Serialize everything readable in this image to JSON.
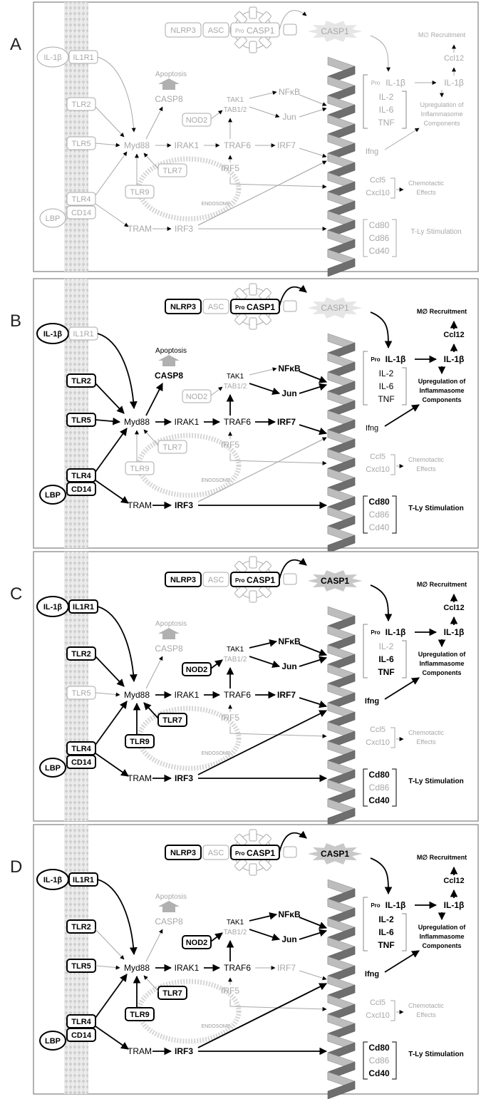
{
  "labels": {
    "nlrp3": "NLRP3",
    "asc": "ASC",
    "procasp1_pre": "Pro",
    "procasp1": "CASP1",
    "casp1": "CASP1",
    "il1b_ligand": "IL-1β",
    "il1r1": "IL1R1",
    "tlr2": "TLR2",
    "tlr5": "TLR5",
    "tlr4": "TLR4",
    "cd14": "CD14",
    "lbp": "LBP",
    "myd88": "Myd88",
    "tlr7": "TLR7",
    "tlr9": "TLR9",
    "endosome": "ENDOSOME",
    "apoptosis": "Apoptosis",
    "casp8": "CASP8",
    "nod2": "NOD2",
    "tak1": "TAK1",
    "tab12": "TAB1/2",
    "nfkb": "NFκB",
    "jun": "Jun",
    "irak1": "IRAK1",
    "traf6": "TRAF6",
    "irf7": "IRF7",
    "irf5": "IRF5",
    "tram": "TRAM",
    "irf3": "IRF3",
    "pro_il1b_pre": "Pro",
    "pro_il1b": "IL-1β",
    "il2": "IL-2",
    "il6": "IL-6",
    "tnf": "TNF",
    "il1b_out": "IL-1β",
    "ccl12": "Ccl12",
    "mo_recruit": "M∅ Recruitment",
    "upreg1": "Upregulation of",
    "upreg2": "Inflammasome",
    "upreg3": "Components",
    "ifng": "Ifng",
    "ccl5": "Ccl5",
    "cxcl10": "Cxcl10",
    "chemo1": "Chemotactic",
    "chemo2": "Effects",
    "cd80": "Cd80",
    "cd86": "Cd86",
    "cd40": "Cd40",
    "tly": "T-Ly Stimulation"
  },
  "panels": [
    {
      "letter": "A",
      "active_nodes": [],
      "bold_arrows": []
    },
    {
      "letter": "B",
      "active_nodes": [
        "nlrp3",
        "procasp1",
        "il1b_ligand",
        "tlr5",
        "cd14",
        "lbp",
        "casp8",
        "jun",
        "irf7",
        "pro_il1b",
        "il1b_out",
        "ccl12",
        "mo_recruit",
        "upreg",
        "tly",
        "nfkb",
        "tak1",
        "irak1",
        "traf6",
        "myd88",
        "tlr2",
        "tlr4",
        "tram",
        "irf3",
        "il2",
        "il6",
        "tnf",
        "ifng",
        "cd80",
        "apoptosis_b"
      ],
      "bold_arrows": [
        "casp_loop",
        "casp1_down",
        "il1b_myd",
        "tlr5_myd",
        "tlr4_myd",
        "myd_casp8",
        "myd_irak",
        "irak_traf",
        "traf_tak",
        "tak_jun",
        "jun_dna",
        "nfkb_dna",
        "traf_irf7",
        "irf7_dna",
        "tlr4_tram",
        "tram_irf3",
        "irf3_dna",
        "pro_il1b",
        "il1b_ccl",
        "ccl_mo",
        "il1b_up",
        "ifng_up",
        "tlr2_myd"
      ]
    },
    {
      "letter": "C",
      "active_nodes": [
        "nlrp3",
        "procasp1",
        "casp1",
        "il1b_ligand",
        "il1r1",
        "tlr2",
        "tlr4",
        "cd14",
        "lbp",
        "tlr7",
        "tlr9",
        "nod2",
        "irf7",
        "pro_il1b",
        "il6",
        "tnf",
        "il1b_out",
        "ccl12",
        "mo_recruit",
        "upreg",
        "ifng",
        "cd80",
        "cd40",
        "tly",
        "myd88",
        "irak1",
        "traf6",
        "tak1",
        "nfkb",
        "jun",
        "tram",
        "irf3"
      ],
      "bold_arrows": [
        "casp_loop",
        "casp1_down",
        "il1b_myd",
        "tlr2_myd",
        "tlr4_myd",
        "tlr7_myd",
        "tlr9_myd",
        "myd_irak",
        "irak_traf",
        "traf_tak",
        "nod_tak",
        "tak_nfkb",
        "tak_jun",
        "nfkb_dna",
        "jun_dna",
        "traf_irf7",
        "irf7_dna",
        "tlr4_tram",
        "tram_irf3",
        "irf3_dna",
        "pro_il1b",
        "il1b_ccl",
        "ccl_mo",
        "il1b_up",
        "ifng_up",
        "ifng_dna"
      ]
    },
    {
      "letter": "D",
      "active_nodes": [
        "nlrp3",
        "procasp1",
        "casp1",
        "il1b_ligand",
        "tlr4",
        "cd14",
        "lbp",
        "tlr9",
        "nod2",
        "nfkb",
        "irf3",
        "pro_il1b",
        "il2",
        "il6",
        "tnf",
        "il1b_out",
        "ccl12",
        "mo_recruit",
        "upreg",
        "ifng",
        "cd80",
        "cd40",
        "tly",
        "myd88",
        "irak1",
        "traf6",
        "tak1",
        "jun",
        "tram",
        "tlr2",
        "tlr5",
        "il1r1",
        "tlr7"
      ],
      "bold_arrows": [
        "casp_loop",
        "casp1_down",
        "il1b_myd",
        "tlr4_myd",
        "tlr9_myd",
        "myd_irak",
        "irak_traf",
        "traf_tak",
        "nod_tak",
        "tak_nfkb",
        "tak_jun",
        "nfkb_dna",
        "jun_dna",
        "tlr4_tram",
        "tram_irf3",
        "irf3_dna",
        "irf3_ifng",
        "pro_il1b",
        "il1b_ccl",
        "ccl_mo",
        "il1b_up",
        "ifng_up",
        "ifng_dna"
      ]
    }
  ],
  "colors": {
    "active": "#000000",
    "inactive": "#a8a8a8",
    "membrane": "#cfcfcf",
    "helix_dark": "#6e6e6e",
    "helix_light": "#bdbdbd"
  }
}
